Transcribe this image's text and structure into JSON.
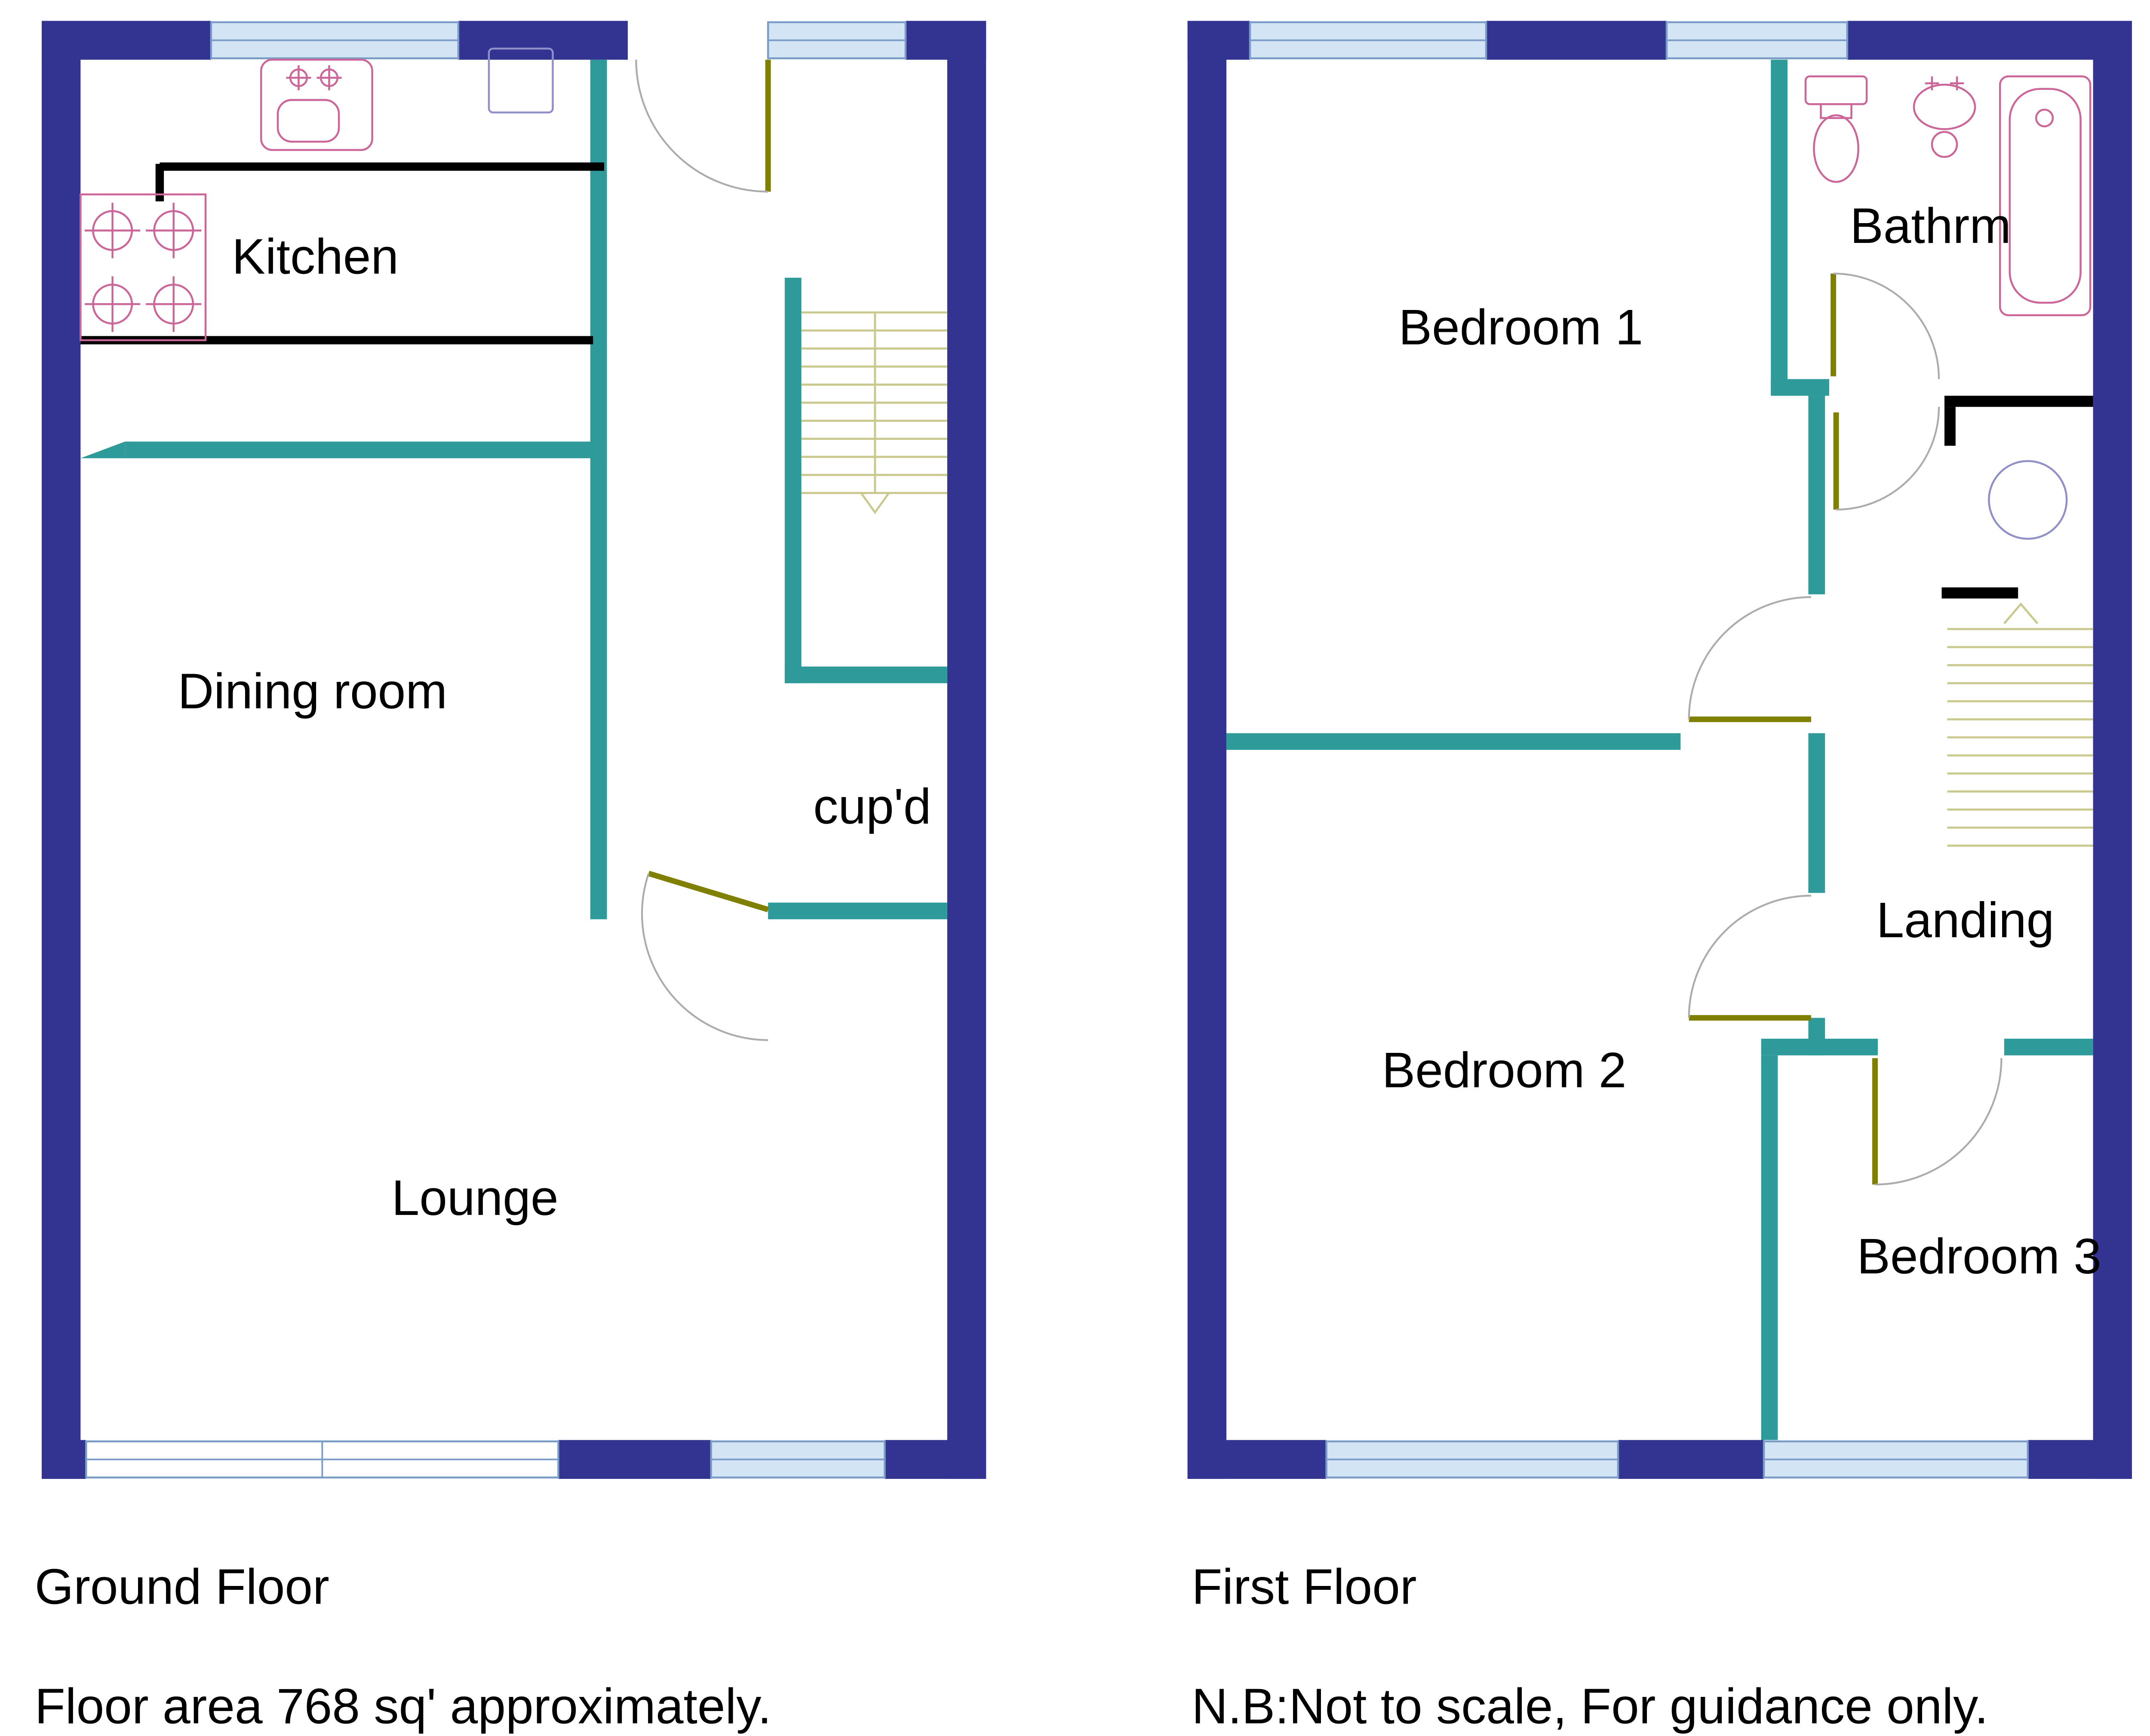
{
  "page": {
    "background": "#FFFFFF"
  },
  "colors": {
    "wall": "#333391",
    "partition": "#2E9A9A",
    "window_fill": "#D3E4F5",
    "window_line": "#7A9CC6",
    "door": "#7F7F00",
    "arc": "#ABABAB",
    "stairs": "#C9C98E",
    "counter": "#000000",
    "fixture_pink": "#CC6699",
    "fixture_purple": "#9090C8",
    "text": "#000000"
  },
  "ground_floor": {
    "rooms": {
      "kitchen": "Kitchen",
      "dining_room": "Dining room",
      "cupboard": "cup'd",
      "lounge": "Lounge"
    },
    "caption_title": "Ground Floor",
    "caption_note": "Floor area 768 sq' approximately."
  },
  "first_floor": {
    "rooms": {
      "bedroom1": "Bedroom 1",
      "bathroom": "Bathrm",
      "landing": "Landing",
      "bedroom2": "Bedroom 2",
      "bedroom3": "Bedroom 3"
    },
    "caption_title": "First Floor",
    "caption_note": "N.B:Not to scale, For guidance only."
  }
}
